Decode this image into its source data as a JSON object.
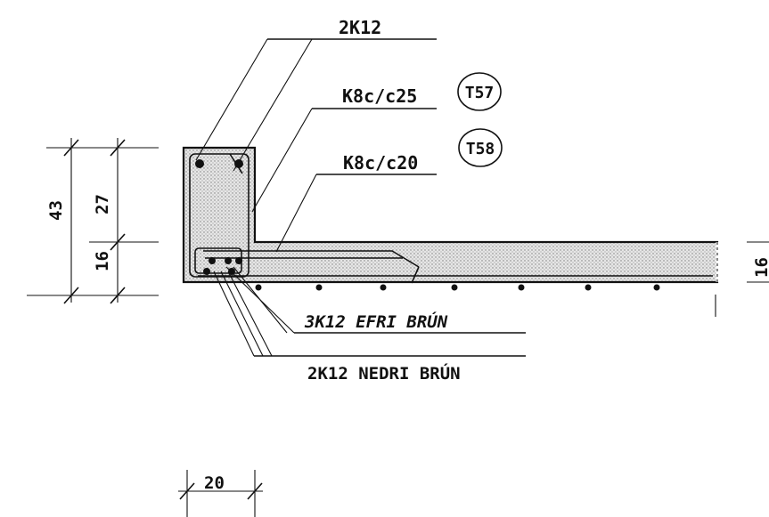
{
  "drawing": {
    "labels": {
      "top_bars": "2K12",
      "stirrup_1": "K8c/c25",
      "stirrup_2": "K8c/c20",
      "bottom_bars_top_edge": "3K12 EFRI BRÚN",
      "bottom_bars_bottom_edge": "2K12 NEDRI BRÚN"
    },
    "tags": {
      "tag_1": "T57",
      "tag_2": "T58"
    },
    "dimensions": {
      "total_height": "43",
      "upper_height": "27",
      "lower_height": "16",
      "slab_thickness": "16",
      "width": "20"
    },
    "colors": {
      "ink": "#111111",
      "concrete_fill": "#d6d6d6"
    }
  }
}
